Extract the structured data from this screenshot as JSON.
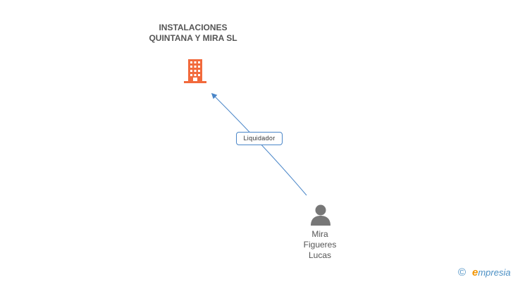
{
  "company": {
    "name": "INSTALACIONES QUINTANA Y MIRA SL",
    "icon": "building-icon",
    "color": "#f26a3c"
  },
  "relation": {
    "label": "Liquidador",
    "color": "#4a86c8"
  },
  "person": {
    "name_lines": [
      "Mira",
      "Figueres",
      "Lucas"
    ],
    "icon": "person-icon",
    "color": "#777777"
  },
  "footer": {
    "copyright_symbol": "©",
    "brand_initial": "e",
    "brand_rest": "mpresia"
  }
}
